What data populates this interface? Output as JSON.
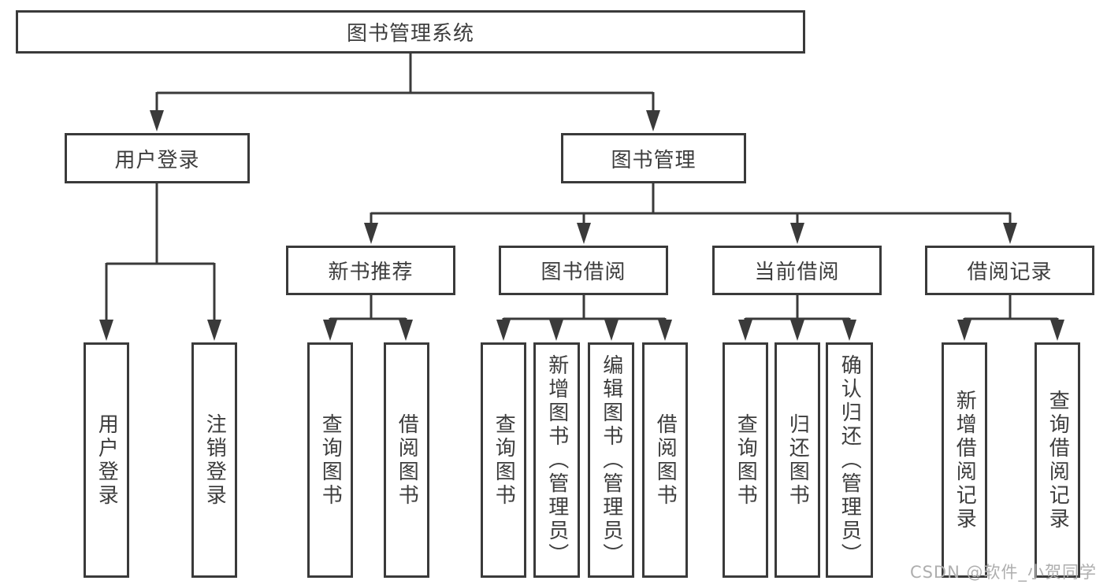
{
  "diagram": {
    "title": "图书管理系统",
    "tree": {
      "label": "图书管理系统",
      "children": [
        {
          "label": "用户登录",
          "children": [
            {
              "label": "用户登录"
            },
            {
              "label": "注销登录"
            }
          ]
        },
        {
          "label": "图书管理",
          "children": [
            {
              "label": "新书推荐",
              "children": [
                {
                  "label": "查询图书"
                },
                {
                  "label": "借阅图书"
                }
              ]
            },
            {
              "label": "图书借阅",
              "children": [
                {
                  "label": "查询图书"
                },
                {
                  "label": "新增图书（管理员）"
                },
                {
                  "label": "编辑图书（管理员）"
                },
                {
                  "label": "借阅图书"
                }
              ]
            },
            {
              "label": "当前借阅",
              "children": [
                {
                  "label": "查询图书"
                },
                {
                  "label": "归还图书"
                },
                {
                  "label": "确认归还（管理员）"
                }
              ]
            },
            {
              "label": "借阅记录",
              "children": [
                {
                  "label": "新增借阅记录"
                },
                {
                  "label": "查询借阅记录"
                }
              ]
            }
          ]
        }
      ]
    },
    "colors": {
      "line": "#3a3a3a",
      "text": "#3d3d3d",
      "background": "#ffffff",
      "watermark": "#aeaeae"
    }
  },
  "watermark": {
    "text": "CSDN @软件_小贺同学"
  }
}
